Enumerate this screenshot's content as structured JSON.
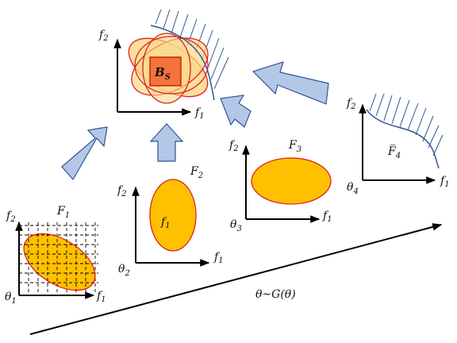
{
  "labels": {
    "main_ax_y": "f",
    "main_ax_y_sub": "2",
    "main_ax_x": "f",
    "main_ax_x_sub": "1",
    "bs": "B",
    "bs_sub": "S",
    "f1_title": "F",
    "f1_title_sub": "1",
    "f1_ax_y": "f",
    "f1_ax_y_sub": "2",
    "f1_ax_x": "f",
    "f1_ax_x_sub": "1",
    "f1_theta": "θ",
    "f1_theta_sub": "1",
    "f2_title": "F",
    "f2_title_sub": "2",
    "f2_ax_y": "f",
    "f2_ax_y_sub": "2",
    "f2_ax_x": "f",
    "f2_ax_x_sub": "1",
    "f2_inner": "f",
    "f2_inner_sub": "1",
    "f2_theta": "θ",
    "f2_theta_sub": "2",
    "f3_title": "F",
    "f3_title_sub": "3",
    "f3_ax_y": "f",
    "f3_ax_y_sub": "2",
    "f3_ax_x": "f",
    "f3_ax_x_sub": "1",
    "f3_theta": "θ",
    "f3_theta_sub": "3",
    "f4_title": "F̅",
    "f4_title_sub": "4",
    "f4_ax_y": "f",
    "f4_ax_y_sub": "2",
    "f4_ax_x": "f",
    "f4_ax_x_sub": "1",
    "f4_theta": "θ",
    "f4_theta_sub": "4",
    "dist": "θ~G(θ)"
  },
  "colors": {
    "region_fill": "#FFC000",
    "region_stroke": "#E02020",
    "overlap_fill": "#FAD98C",
    "bs_fill": "#F4733A",
    "arrow_fill": "#B4C7E7",
    "arrow_stroke": "#2F5597",
    "hatch": "#2F5597",
    "axis": "#000000"
  }
}
